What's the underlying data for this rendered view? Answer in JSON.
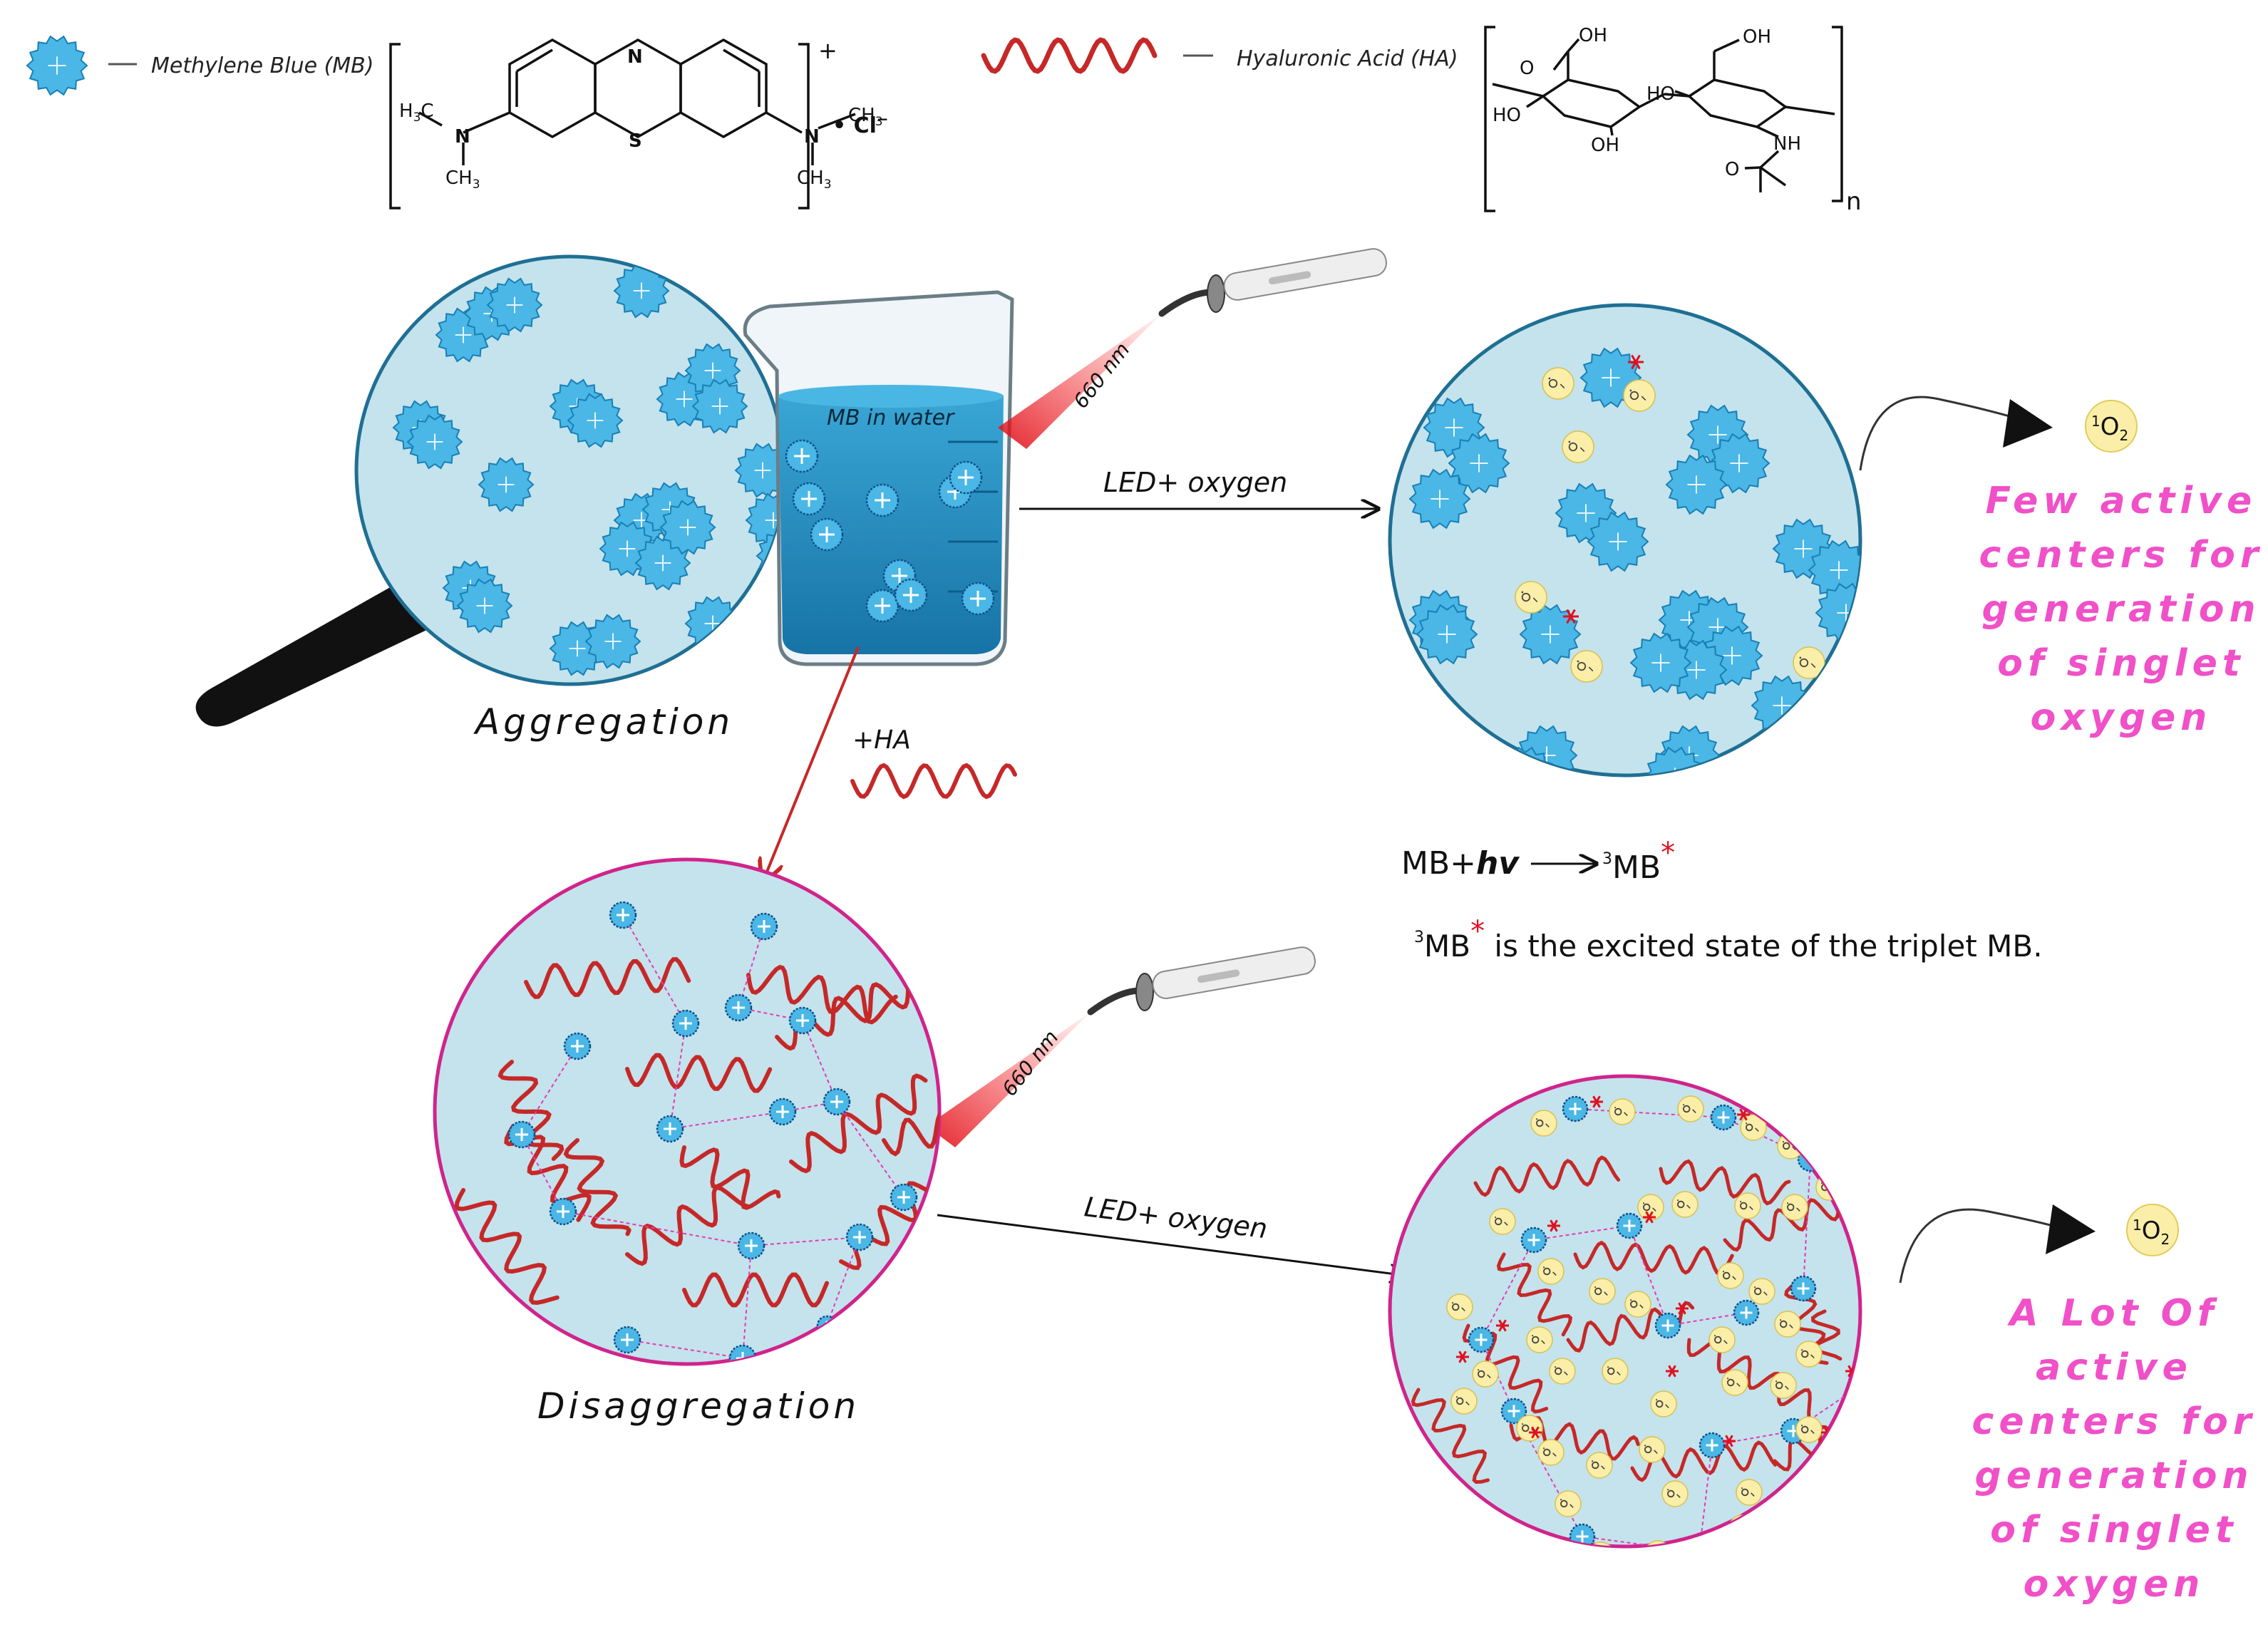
{
  "legend": {
    "mb_label": "Methylene Blue (MB)",
    "ha_label": "Hyaluronic Acid (HA)",
    "mb_charge": "+",
    "chloride": "• Cl",
    "chloride_sup": "−",
    "repeat_n": "n",
    "mb_structure": {
      "ring_n": "N",
      "ring_s": "S",
      "left_h3c": "H",
      "left_h3c_sub": "3",
      "left_h3c_c": "C",
      "left_n": "N",
      "left_ch3": "CH",
      "left_ch3_sub": "3",
      "right_n": "N",
      "right_ch3_top": "CH",
      "right_ch3_top_sub": "3",
      "right_ch3_bot": "CH",
      "right_ch3_bot_sub": "3"
    },
    "ha_structure": {
      "oh_top_left": "OH",
      "o_acid": "O",
      "ho_left": "HO",
      "oh_bottom_left": "OH",
      "ho_mid": "HO",
      "oh_top_right": "OH",
      "nh": "NH",
      "o_amide": "O"
    }
  },
  "labels": {
    "wavelength_top": "660 nm",
    "wavelength_bottom": "660 nm",
    "beaker": "MB in water",
    "aggregation": "Aggregation",
    "disaggregation": "Disaggregation",
    "arrow_top": "LED+ oxygen",
    "arrow_bottom": "LED+ oxygen",
    "add_ha": "+HA",
    "singlet_top_sup": "1",
    "singlet_top": "O",
    "singlet_top_sub": "2",
    "singlet_bottom_sup": "1",
    "singlet_bottom": "O",
    "singlet_bottom_sub": "2",
    "equation_lhs": "MB+",
    "equation_hv": "hv",
    "equation_sup": "3",
    "equation_rhs": "MB",
    "equation_star": "*",
    "note_sup": "3",
    "note_mb": "MB",
    "note_star": "*",
    "note_text": " is the excited state of the triplet MB.",
    "few_active": [
      "Few active",
      "centers for",
      "generation",
      "of singlet",
      "oxygen"
    ],
    "lot_active": [
      "A Lot Of",
      "active",
      "centers for",
      "generation",
      "of singlet",
      "oxygen"
    ]
  },
  "colors": {
    "circle_fill": "#c4e3ec",
    "circle_border_top": "#1f6f94",
    "circle_border_bottom": "#d0248c",
    "mb_fill": "#4ab7e6",
    "mb_edge": "#1a7fb6",
    "ha_red": "#c62828",
    "link_pink": "#e53bb6",
    "singlet_fill": "#fbeea8",
    "highlight_text": "#f050c8",
    "beaker_water": "#1d8ec4",
    "handle": "#111111"
  }
}
